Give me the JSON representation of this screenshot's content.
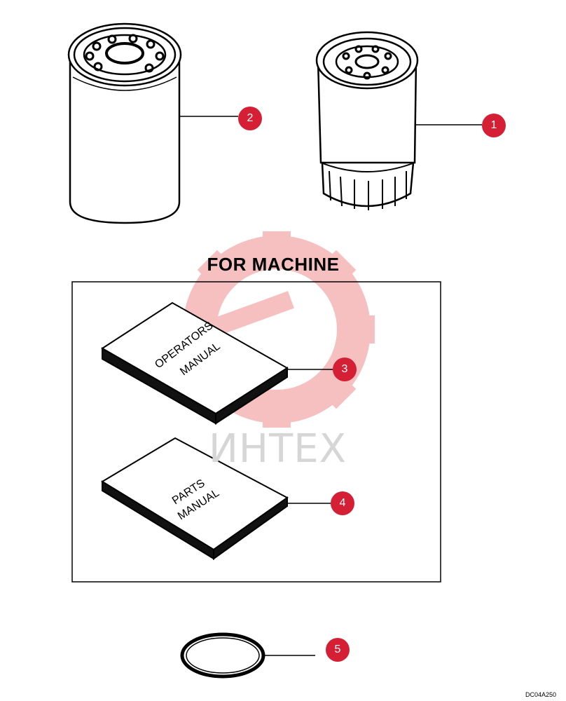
{
  "section": {
    "title": "FOR MACHINE"
  },
  "items": {
    "oil_filter": {
      "callout": "1"
    },
    "fuel_filter": {
      "callout": "2"
    },
    "operators_manual": {
      "callout": "3",
      "cover_line1": "OPERATORS",
      "cover_line2": "MANUAL"
    },
    "parts_manual": {
      "callout": "4",
      "cover_line1": "PARTS",
      "cover_line2": "MANUAL"
    },
    "o_ring": {
      "callout": "5"
    }
  },
  "watermark": {
    "text": "ИНТЕХ",
    "icon": "gear-wrench-logo"
  },
  "figure_code": "DC04A250",
  "colors": {
    "callout": "#d41f35",
    "watermark": "#f3c2c2",
    "line": "#000000"
  }
}
